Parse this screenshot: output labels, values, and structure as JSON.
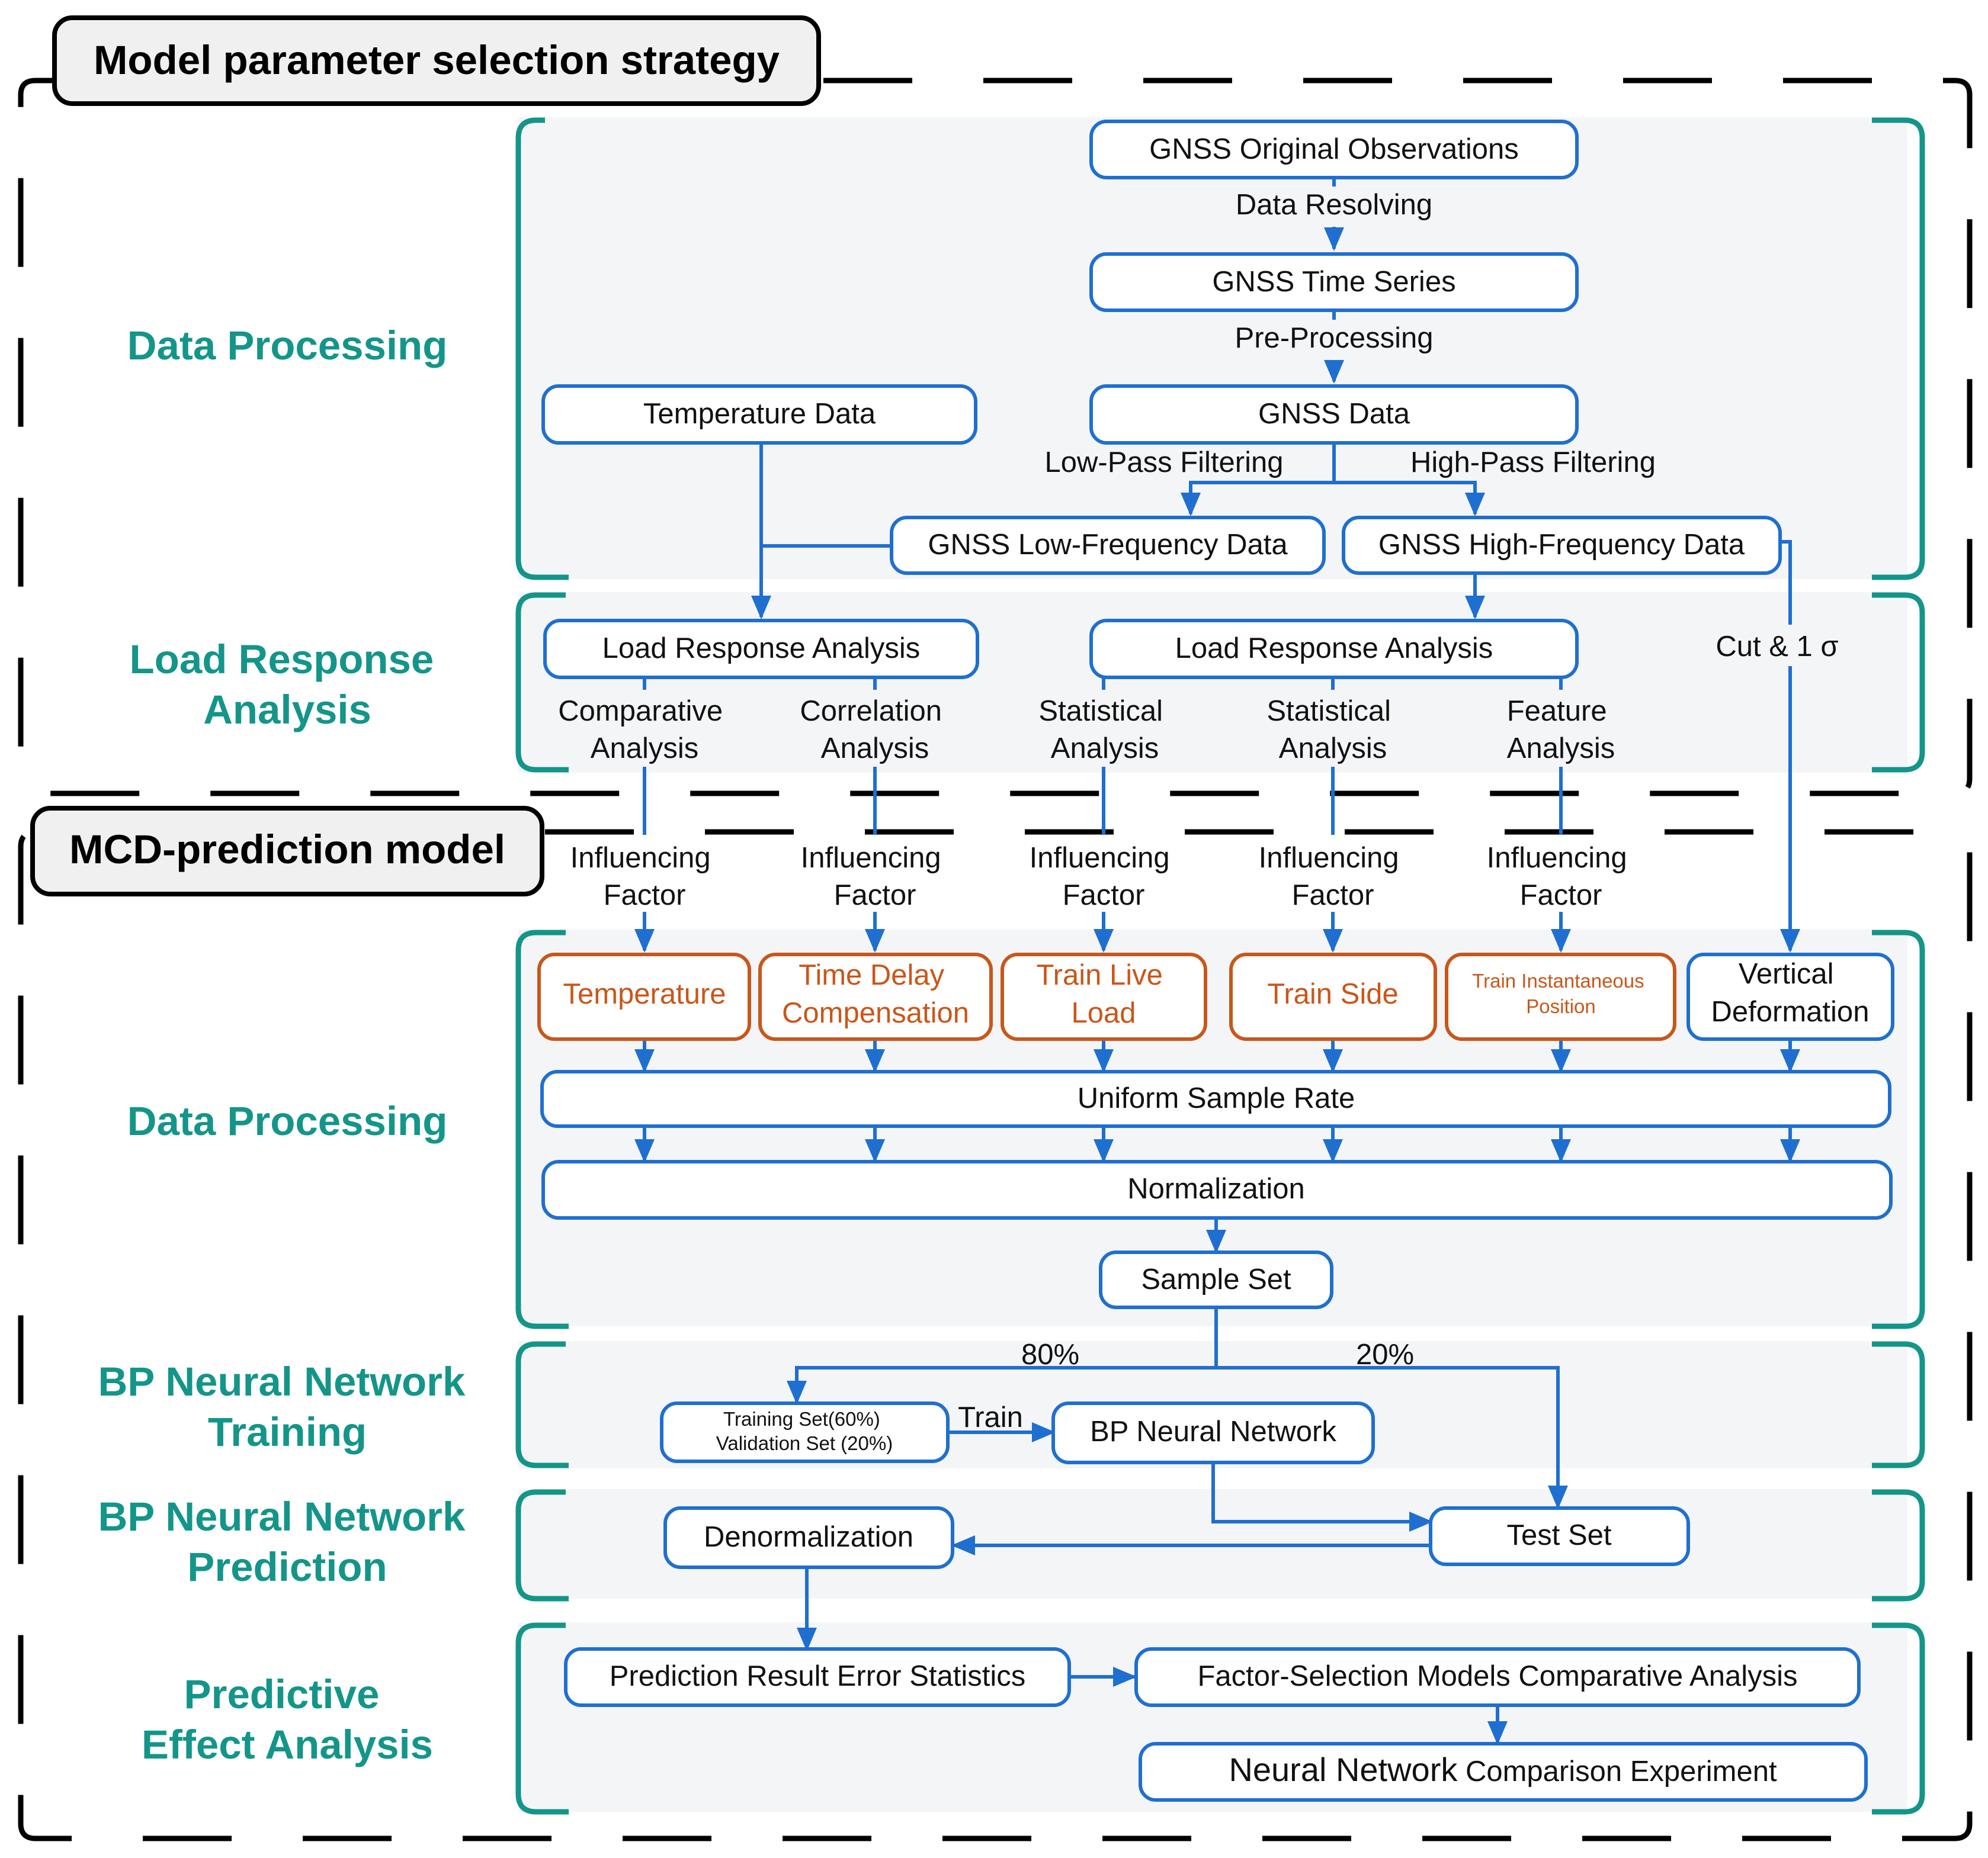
{
  "titles": {
    "top": "Model parameter selection strategy",
    "bottom": "MCD-prediction model"
  },
  "sections": {
    "data_processing_1": "Data Processing",
    "load_response": [
      "Load Response",
      "Analysis"
    ],
    "data_processing_2": "Data Processing",
    "bp_training": [
      "BP Neural Network",
      "Training"
    ],
    "bp_prediction": [
      "BP Neural Network",
      "Prediction"
    ],
    "predictive_effect": [
      "Predictive",
      "Effect Analysis"
    ]
  },
  "nodes": {
    "gnss_original": "GNSS Original Observations",
    "gnss_time_series": "GNSS Time Series",
    "temperature_data": "Temperature Data",
    "gnss_data": "GNSS Data",
    "gnss_low_freq": "GNSS Low-Frequency Data",
    "gnss_high_freq": "GNSS High-Frequency Data",
    "load_response_1": "Load Response Analysis",
    "load_response_2": "Load Response Analysis",
    "temperature": "Temperature",
    "time_delay": [
      "Time Delay",
      "Compensation"
    ],
    "train_live_load": [
      "Train Live",
      "Load"
    ],
    "train_side": "Train Side",
    "train_position": [
      "Train  Instantaneous",
      "Position"
    ],
    "vertical_deformation": [
      "Vertical",
      "Deformation"
    ],
    "uniform_sample_rate": "Uniform Sample Rate",
    "normalization": "Normalization",
    "sample_set": "Sample Set",
    "training_set": [
      "Training Set(60%)",
      "Validation Set (20%)"
    ],
    "bp_network": "BP Neural Network",
    "test_set": "Test Set",
    "denormalization": "Denormalization",
    "error_statistics": "Prediction Result Error Statistics",
    "factor_selection": "Factor-Selection Models Comparative Analysis",
    "nn_comparison": [
      "Neural Network",
      " Comparison Experiment"
    ]
  },
  "edge_labels": {
    "data_resolving": "Data Resolving",
    "pre_processing": "Pre-Processing",
    "low_pass": "Low-Pass Filtering",
    "high_pass": "High-Pass Filtering",
    "cut_sigma": "Cut & 1 σ",
    "comparative": [
      "Comparative",
      "Analysis"
    ],
    "correlation": [
      "Correlation",
      "Analysis"
    ],
    "statistical_1": [
      "Statistical",
      "Analysis"
    ],
    "statistical_2": [
      "Statistical",
      "Analysis"
    ],
    "feature": [
      "Feature",
      "Analysis"
    ],
    "influencing": [
      "Influencing",
      "Factor"
    ],
    "pct_80": "80%",
    "pct_20": "20%",
    "train": "Train"
  },
  "colors": {
    "blue": "#1f6fd0",
    "orange": "#c8571a",
    "teal": "#14958a",
    "panel": "#f4f5f7"
  }
}
